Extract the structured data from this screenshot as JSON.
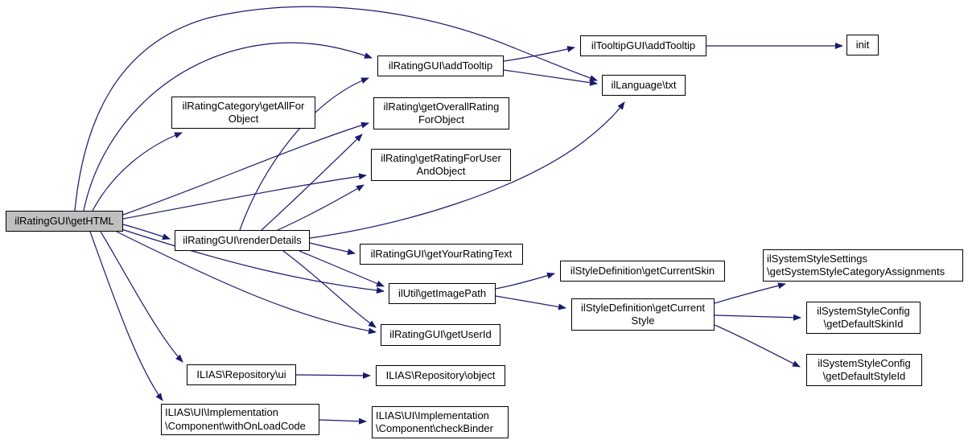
{
  "diagram": {
    "type": "call-graph",
    "root_function": "ilRatingGUI\\getHTML",
    "colors": {
      "edge": "#191970",
      "node_fill": "#ffffff",
      "node_border": "#000000",
      "root_node_fill": "#bfbfbf",
      "background": "#ffffff",
      "text": "#000000"
    },
    "nodes": [
      {
        "id": "getHTML",
        "label": "ilRatingGUI\\getHTML"
      },
      {
        "id": "getAllForObject",
        "label": "ilRatingCategory\\getAllFor\nObject"
      },
      {
        "id": "addTooltip",
        "label": "ilRatingGUI\\addTooltip"
      },
      {
        "id": "tooltipAddTooltip",
        "label": "ilTooltipGUI\\addTooltip"
      },
      {
        "id": "init",
        "label": "init"
      },
      {
        "id": "txt",
        "label": "ilLanguage\\txt"
      },
      {
        "id": "getOverallRatingForObject",
        "label": "ilRating\\getOverallRating\nForObject"
      },
      {
        "id": "getRatingForUserAndObject",
        "label": "ilRating\\getRatingForUser\nAndObject"
      },
      {
        "id": "renderDetails",
        "label": "ilRatingGUI\\renderDetails"
      },
      {
        "id": "getYourRatingText",
        "label": "ilRatingGUI\\getYourRatingText"
      },
      {
        "id": "getImagePath",
        "label": "ilUtil\\getImagePath"
      },
      {
        "id": "getCurrentSkin",
        "label": "ilStyleDefinition\\getCurrentSkin"
      },
      {
        "id": "getCurrentStyle",
        "label": "ilStyleDefinition\\getCurrent\nStyle"
      },
      {
        "id": "styleSettings",
        "label": "ilSystemStyleSettings\n\\getSystemStyleCategoryAssignments"
      },
      {
        "id": "defaultSkinId",
        "label": "ilSystemStyleConfig\n\\getDefaultSkinId"
      },
      {
        "id": "defaultStyleId",
        "label": "ilSystemStyleConfig\n\\getDefaultStyleId"
      },
      {
        "id": "getUserId",
        "label": "ilRatingGUI\\getUserId"
      },
      {
        "id": "ui",
        "label": "ILIAS\\Repository\\ui"
      },
      {
        "id": "object",
        "label": "ILIAS\\Repository\\object"
      },
      {
        "id": "withOnLoadCode",
        "label": "ILIAS\\UI\\Implementation\n\\Component\\withOnLoadCode"
      },
      {
        "id": "checkBinder",
        "label": "ILIAS\\UI\\Implementation\n\\Component\\checkBinder"
      }
    ],
    "edges": [
      [
        "getHTML",
        "txt"
      ],
      [
        "getHTML",
        "addTooltip"
      ],
      [
        "getHTML",
        "getAllForObject"
      ],
      [
        "getHTML",
        "getOverallRatingForObject"
      ],
      [
        "getHTML",
        "getRatingForUserAndObject"
      ],
      [
        "getHTML",
        "renderDetails"
      ],
      [
        "getHTML",
        "getImagePath"
      ],
      [
        "getHTML",
        "getUserId"
      ],
      [
        "getHTML",
        "ui"
      ],
      [
        "getHTML",
        "withOnLoadCode"
      ],
      [
        "renderDetails",
        "addTooltip"
      ],
      [
        "renderDetails",
        "getOverallRatingForObject"
      ],
      [
        "renderDetails",
        "getRatingForUserAndObject"
      ],
      [
        "renderDetails",
        "txt"
      ],
      [
        "renderDetails",
        "getYourRatingText"
      ],
      [
        "renderDetails",
        "getImagePath"
      ],
      [
        "renderDetails",
        "getUserId"
      ],
      [
        "addTooltip",
        "tooltipAddTooltip"
      ],
      [
        "addTooltip",
        "txt"
      ],
      [
        "tooltipAddTooltip",
        "init"
      ],
      [
        "getImagePath",
        "getCurrentSkin"
      ],
      [
        "getImagePath",
        "getCurrentStyle"
      ],
      [
        "getCurrentStyle",
        "styleSettings"
      ],
      [
        "getCurrentStyle",
        "defaultSkinId"
      ],
      [
        "getCurrentStyle",
        "defaultStyleId"
      ],
      [
        "ui",
        "object"
      ],
      [
        "withOnLoadCode",
        "checkBinder"
      ]
    ]
  }
}
